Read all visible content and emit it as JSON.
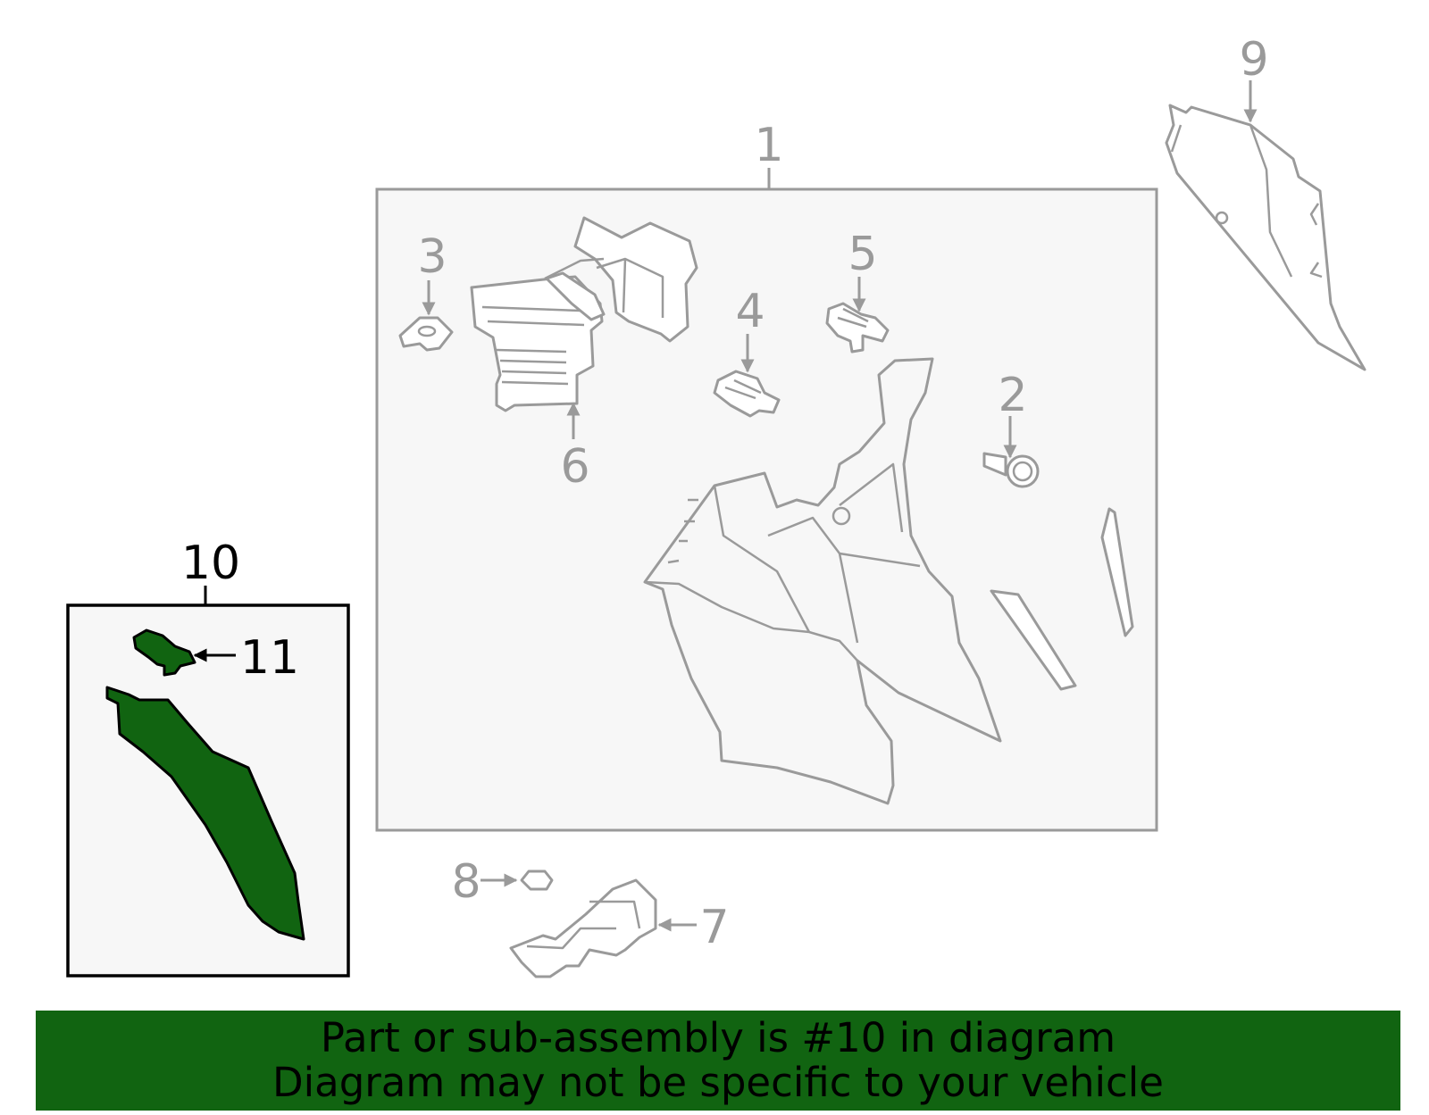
{
  "callouts": {
    "c1": "1",
    "c2": "2",
    "c3": "3",
    "c4": "4",
    "c5": "5",
    "c6": "6",
    "c7": "7",
    "c8": "8",
    "c9": "9",
    "c10": "10",
    "c11": "11"
  },
  "highlight": {
    "part_number": "10",
    "color": "#116411"
  },
  "banner": {
    "line1": "Part or sub-assembly is #10 in diagram",
    "line2": "Diagram may not be specific to your vehicle",
    "background": "#116411"
  },
  "colors": {
    "line_gray": "#9a9a9a",
    "panel_bg": "#f7f7f7"
  }
}
